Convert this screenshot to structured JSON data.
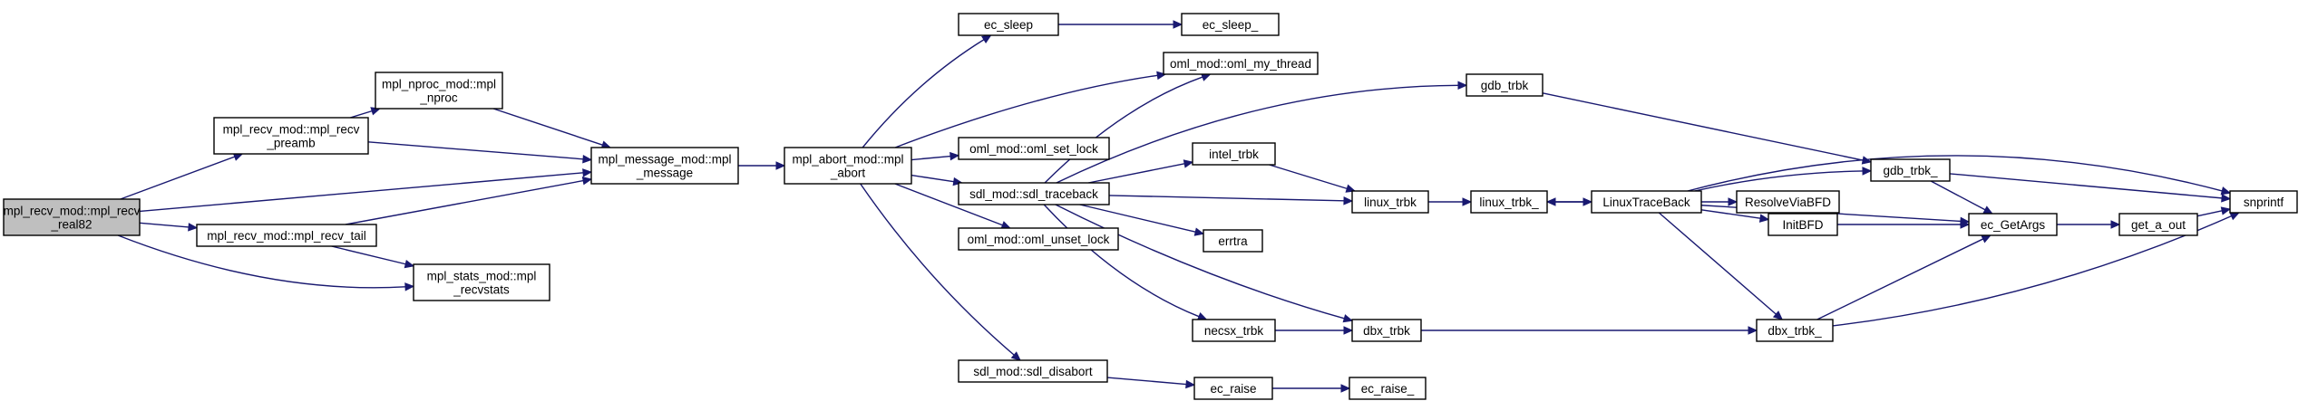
{
  "colors": {
    "edge": "#191970",
    "node_border": "#000000",
    "root_fill": "#bfbfbf",
    "node_fill": "#ffffff"
  },
  "nodes": {
    "n_real82": [
      "mpl_recv_mod::mpl_recv",
      "_real82"
    ],
    "n_preamb": [
      "mpl_recv_mod::mpl_recv",
      "_preamb"
    ],
    "n_tail": [
      "mpl_recv_mod::mpl_recv_tail"
    ],
    "n_nproc": [
      "mpl_nproc_mod::mpl",
      "_nproc"
    ],
    "n_message": [
      "mpl_message_mod::mpl",
      "_message"
    ],
    "n_recvstats": [
      "mpl_stats_mod::mpl",
      "_recvstats"
    ],
    "n_abort": [
      "mpl_abort_mod::mpl",
      "_abort"
    ],
    "n_ec_sleep": [
      "ec_sleep"
    ],
    "n_ec_sleep_": [
      "ec_sleep_"
    ],
    "n_oml_my_thread": [
      "oml_mod::oml_my_thread"
    ],
    "n_oml_set_lock": [
      "oml_mod::oml_set_lock"
    ],
    "n_sdl_traceback": [
      "sdl_mod::sdl_traceback"
    ],
    "n_oml_unset_lock": [
      "oml_mod::oml_unset_lock"
    ],
    "n_sdl_disabort": [
      "sdl_mod::sdl_disabort"
    ],
    "n_gdb_trbk": [
      "gdb_trbk"
    ],
    "n_intel_trbk": [
      "intel_trbk"
    ],
    "n_errtra": [
      "errtra"
    ],
    "n_necsx_trbk": [
      "necsx_trbk"
    ],
    "n_dbx_trbk": [
      "dbx_trbk"
    ],
    "n_ec_raise": [
      "ec_raise"
    ],
    "n_ec_raise_": [
      "ec_raise_"
    ],
    "n_linux_trbk": [
      "linux_trbk"
    ],
    "n_linux_trbk_": [
      "linux_trbk_"
    ],
    "n_linuxtraceback": [
      "LinuxTraceBack"
    ],
    "n_gdb_trbk_": [
      "gdb_trbk_"
    ],
    "n_resolveviabfd": [
      "ResolveViaBFD"
    ],
    "n_initbfd": [
      "InitBFD"
    ],
    "n_dbx_trbk_": [
      "dbx_trbk_"
    ],
    "n_ec_getargs": [
      "ec_GetArgs"
    ],
    "n_get_a_out": [
      "get_a_out"
    ],
    "n_snprintf": [
      "snprintf"
    ]
  },
  "edges": [
    [
      "n_real82",
      "n_preamb"
    ],
    [
      "n_real82",
      "n_message"
    ],
    [
      "n_real82",
      "n_tail"
    ],
    [
      "n_real82",
      "n_recvstats"
    ],
    [
      "n_preamb",
      "n_nproc"
    ],
    [
      "n_preamb",
      "n_message"
    ],
    [
      "n_nproc",
      "n_message"
    ],
    [
      "n_tail",
      "n_message"
    ],
    [
      "n_tail",
      "n_recvstats"
    ],
    [
      "n_message",
      "n_abort"
    ],
    [
      "n_abort",
      "n_ec_sleep"
    ],
    [
      "n_abort",
      "n_oml_my_thread"
    ],
    [
      "n_abort",
      "n_oml_set_lock"
    ],
    [
      "n_abort",
      "n_sdl_traceback"
    ],
    [
      "n_abort",
      "n_oml_unset_lock"
    ],
    [
      "n_abort",
      "n_sdl_disabort"
    ],
    [
      "n_ec_sleep",
      "n_ec_sleep_"
    ],
    [
      "n_sdl_traceback",
      "n_oml_my_thread"
    ],
    [
      "n_sdl_traceback",
      "n_gdb_trbk"
    ],
    [
      "n_sdl_traceback",
      "n_intel_trbk"
    ],
    [
      "n_sdl_traceback",
      "n_linux_trbk"
    ],
    [
      "n_sdl_traceback",
      "n_errtra"
    ],
    [
      "n_sdl_traceback",
      "n_necsx_trbk"
    ],
    [
      "n_sdl_traceback",
      "n_dbx_trbk"
    ],
    [
      "n_sdl_disabort",
      "n_ec_raise"
    ],
    [
      "n_ec_raise",
      "n_ec_raise_"
    ],
    [
      "n_gdb_trbk",
      "n_gdb_trbk_"
    ],
    [
      "n_intel_trbk",
      "n_linux_trbk"
    ],
    [
      "n_necsx_trbk",
      "n_dbx_trbk"
    ],
    [
      "n_dbx_trbk",
      "n_dbx_trbk_"
    ],
    [
      "n_linux_trbk",
      "n_linux_trbk_"
    ],
    [
      "n_linux_trbk_",
      "n_linuxtraceback"
    ],
    [
      "n_linuxtraceback",
      "n_linux_trbk_"
    ],
    [
      "n_linuxtraceback",
      "n_gdb_trbk_"
    ],
    [
      "n_linuxtraceback",
      "n_snprintf"
    ],
    [
      "n_linuxtraceback",
      "n_resolveviabfd"
    ],
    [
      "n_linuxtraceback",
      "n_initbfd"
    ],
    [
      "n_linuxtraceback",
      "n_ec_getargs"
    ],
    [
      "n_linuxtraceback",
      "n_dbx_trbk_"
    ],
    [
      "n_resolveviabfd",
      "n_initbfd"
    ],
    [
      "n_initbfd",
      "n_ec_getargs"
    ],
    [
      "n_gdb_trbk_",
      "n_ec_getargs"
    ],
    [
      "n_gdb_trbk_",
      "n_snprintf"
    ],
    [
      "n_dbx_trbk_",
      "n_ec_getargs"
    ],
    [
      "n_dbx_trbk_",
      "n_snprintf"
    ],
    [
      "n_ec_getargs",
      "n_get_a_out"
    ],
    [
      "n_get_a_out",
      "n_snprintf"
    ]
  ]
}
